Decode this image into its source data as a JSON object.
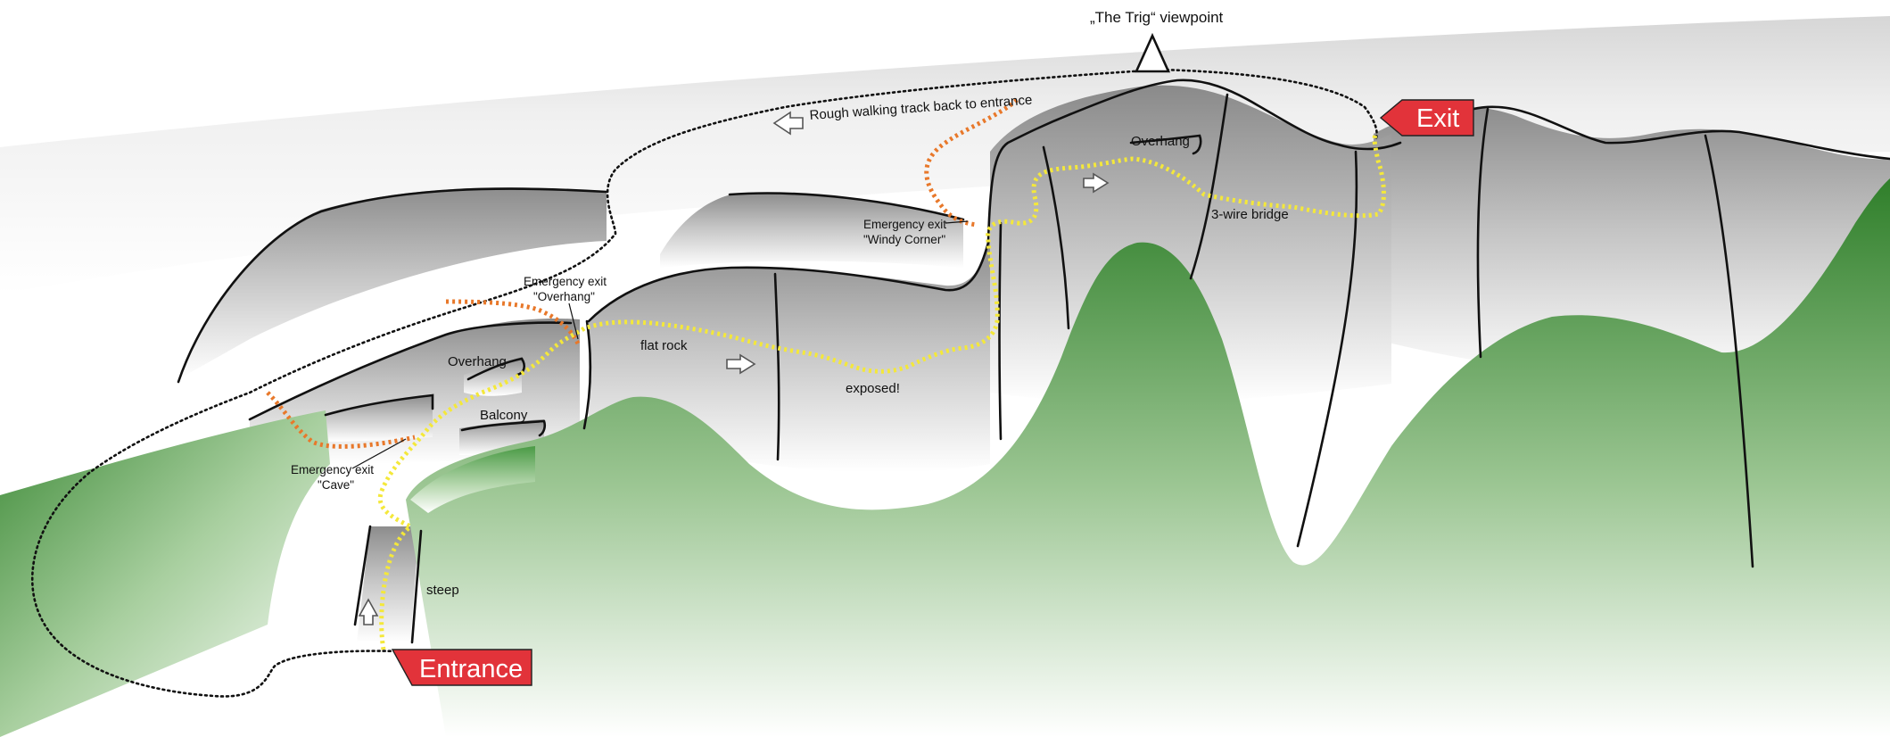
{
  "diagram": {
    "labels": {
      "viewpoint": "„The Trig“ viewpoint",
      "track": "Rough walking track back to entrance",
      "overhang_top": "Overhang",
      "bridge": "3-wire bridge",
      "windy_line1": "Emergency exit",
      "windy_line2": "\"Windy Corner\"",
      "overhang_exit_line1": "Emergency exit",
      "overhang_exit_line2": "\"Overhang\"",
      "flat_rock": "flat rock",
      "exposed": "exposed!",
      "overhang_left": "Overhang",
      "balcony": "Balcony",
      "cave_line1": "Emergency exit",
      "cave_line2": "\"Cave\"",
      "steep": "steep"
    },
    "signs": {
      "entrance": "Entrance",
      "exit": "Exit"
    },
    "colors": {
      "route": "#f4e83a",
      "emergency_route": "#e8782a",
      "sign": "#e2333a",
      "vegetation": "#2f7f2a",
      "rock": "#9a9a9a"
    }
  }
}
